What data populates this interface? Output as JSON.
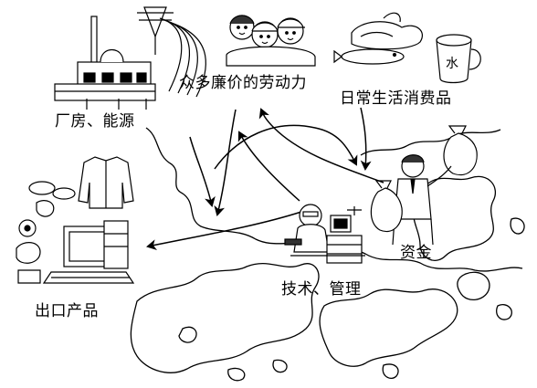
{
  "labels": {
    "factory_energy": "厂房、能源",
    "cheap_labor": "众多廉价的劳动力",
    "daily_goods": "日常生活消费品",
    "capital": "资金",
    "tech_management": "技术、管理",
    "export_products": "出口产品"
  },
  "icons": {
    "factory": "factory-icon",
    "workers": "workers-icon",
    "goods": "groceries-icon",
    "businessman": "businessman-money-icon",
    "engineer": "engineer-at-desk-icon",
    "exports": "computer-clothing-icon"
  },
  "mug_mark": "水"
}
